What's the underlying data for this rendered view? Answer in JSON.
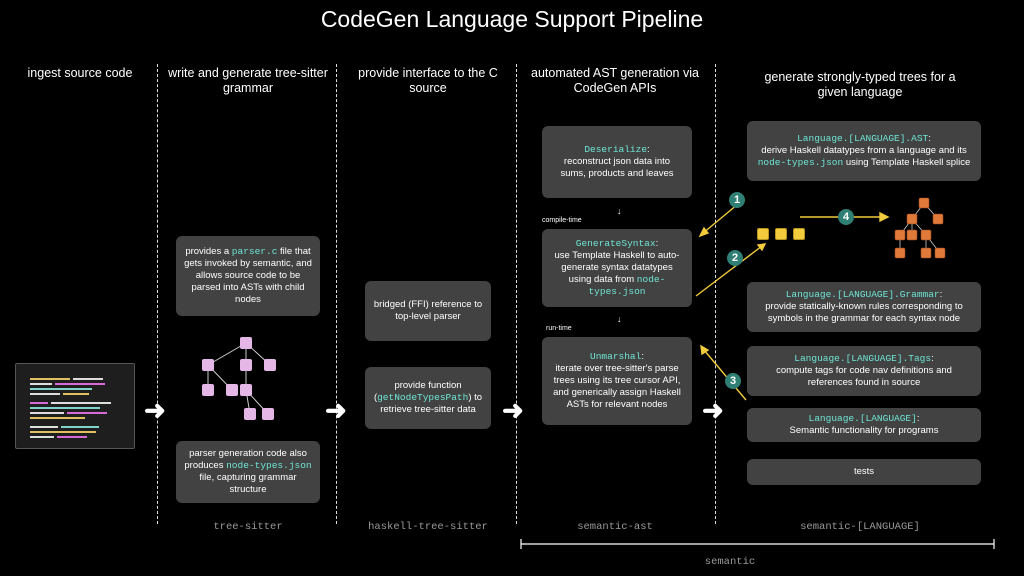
{
  "title": "CodeGen Language Support Pipeline",
  "columns": [
    {
      "heading": "ingest source code",
      "package": ""
    },
    {
      "heading": "write and generate tree-sitter grammar",
      "package": "tree-sitter"
    },
    {
      "heading": "provide interface to the C source",
      "package": "haskell-tree-sitter"
    },
    {
      "heading": "automated AST generation via CodeGen APIs",
      "package": "semantic-ast"
    },
    {
      "heading": "generate strongly-typed trees for a given language",
      "package": "semantic-[LANGUAGE]"
    }
  ],
  "bottom_label": "semantic",
  "col2": {
    "box1": {
      "pre": "provides a ",
      "code": "parser.c",
      "post": " file that gets invoked by semantic, and allows source code to be parsed into ASTs with child nodes"
    },
    "box2": {
      "pre": "parser generation code also produces ",
      "code": "node-types.json",
      "post": " file, capturing grammar structure"
    }
  },
  "col3": {
    "box1": "bridged (FFI) reference to top-level parser",
    "box2": {
      "pre": "provide function (",
      "code": "getNodeTypesPath",
      "post": ") to retrieve tree-sitter data"
    }
  },
  "col4": {
    "deserialize": {
      "code": "Deserialize",
      "text": "reconstruct json data into sums, products and leaves"
    },
    "compile_time": "compile-time",
    "generate": {
      "code": "GenerateSyntax",
      "pre": "use Template Haskell to auto-generate syntax datatypes using data from ",
      "code2": "node-types.json"
    },
    "run_time": "run-time",
    "unmarshal": {
      "code": "Unmarshal",
      "text": "iterate over tree-sitter's parse trees using its tree cursor API, and generically assign Haskell ASTs for relevant nodes"
    }
  },
  "col5": {
    "ast": {
      "code": "Language.[LANGUAGE].AST",
      "pre": "derive Haskell datatypes from a language and its ",
      "code2": "node-types.json",
      "post": " using Template Haskell splice"
    },
    "grammar": {
      "code": "Language.[LANGUAGE].Grammar",
      "text": "provide statically-known rules corresponding to symbols in the grammar for each syntax node"
    },
    "tags": {
      "code": "Language.[LANGUAGE].Tags",
      "text": "compute tags for code nav definitions and references found in source"
    },
    "lang": {
      "code": "Language.[LANGUAGE]",
      "text": "Semantic functionality for programs"
    },
    "tests": "tests"
  },
  "steps": [
    "1",
    "2",
    "3",
    "4"
  ],
  "colors": {
    "accent": "#f2cc3d",
    "code": "#6ee7d4",
    "step": "#2f7f74",
    "tree_pink": "#e4b7e6",
    "tree_orange": "#e07a3a"
  }
}
